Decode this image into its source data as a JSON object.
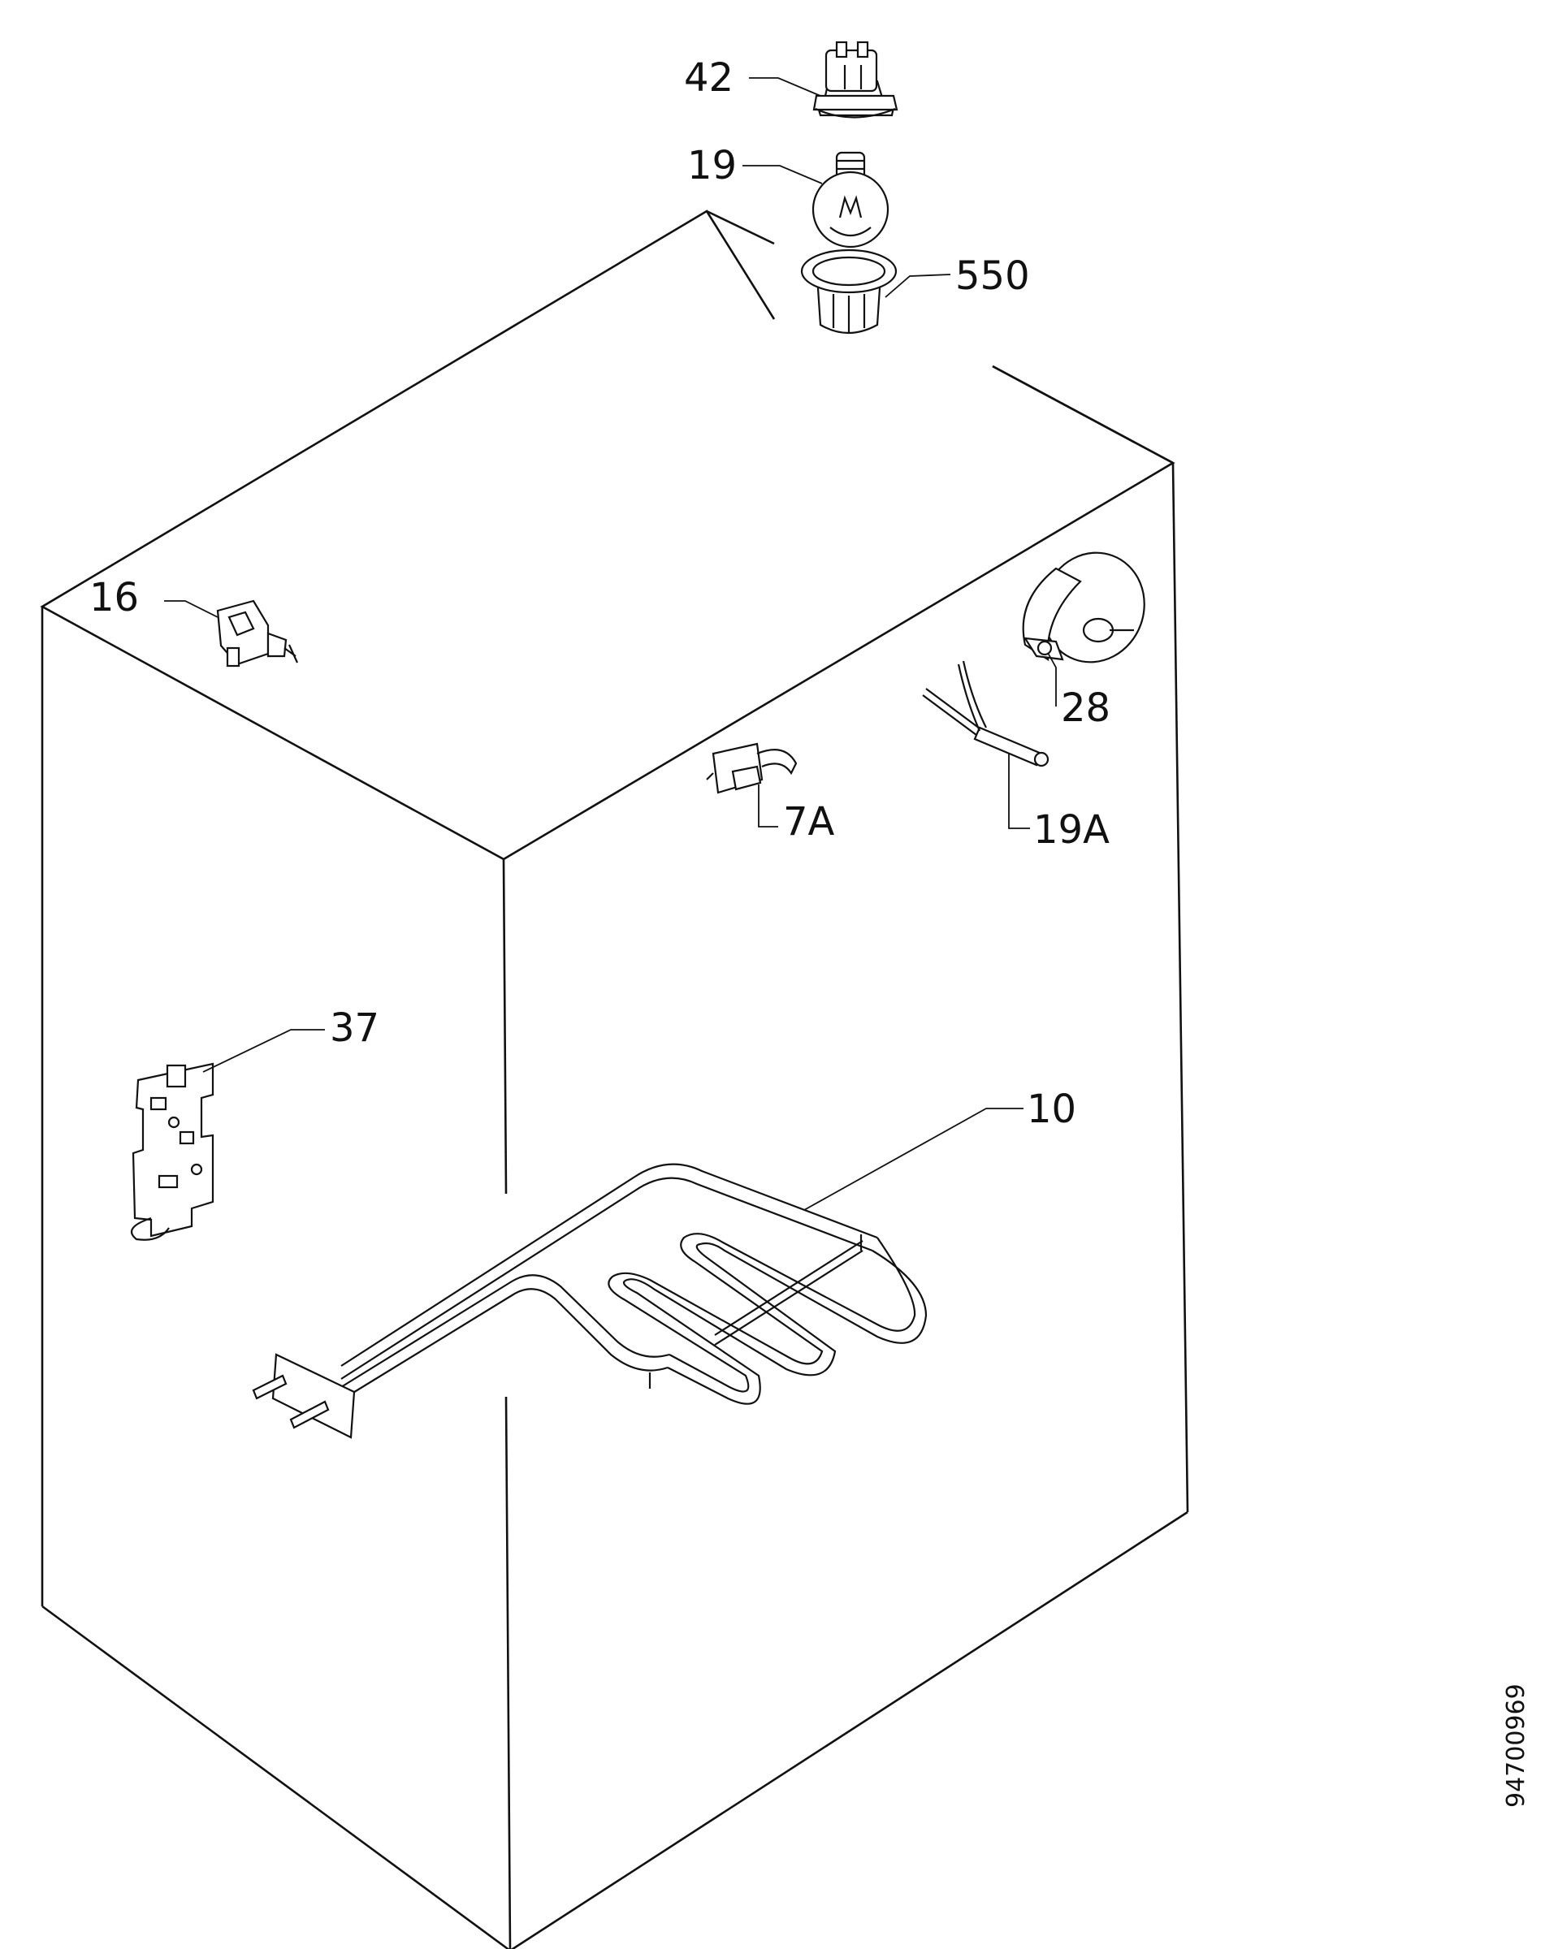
{
  "diagram": {
    "callouts": [
      {
        "id": "42",
        "label": "42"
      },
      {
        "id": "19",
        "label": "19"
      },
      {
        "id": "550",
        "label": "550"
      },
      {
        "id": "16",
        "label": "16"
      },
      {
        "id": "28",
        "label": "28"
      },
      {
        "id": "7A",
        "label": "7A"
      },
      {
        "id": "19A",
        "label": "19A"
      },
      {
        "id": "37",
        "label": "37"
      },
      {
        "id": "10",
        "label": "10"
      }
    ],
    "document_number": "94700969",
    "line_color": "#111111",
    "background": "#ffffff"
  }
}
